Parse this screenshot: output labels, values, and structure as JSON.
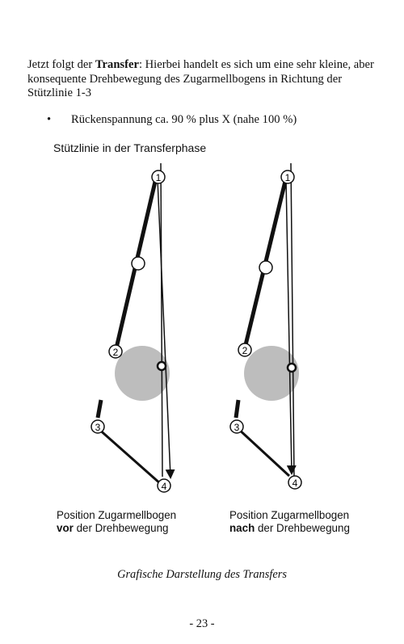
{
  "paragraph": {
    "pre": "Jetzt folgt der ",
    "bold": "Transfer",
    "post": ": Hierbei handelt es sich um eine sehr kleine, aber konsequente Drehbewegung des Zugarmellbogens in Richtung der Stützlinie 1-3"
  },
  "bullet": {
    "symbol": "•",
    "text": "Rückenspannung ca. 90 % plus X  (nahe 100 %)"
  },
  "figure": {
    "title": "Stützlinie in der Transferphase",
    "point_labels": [
      "1",
      "2",
      "3",
      "4"
    ],
    "left_caption": {
      "line1": "Position Zugarmellbogen",
      "bold": "vor",
      "rest": " der Drehbewegung"
    },
    "right_caption": {
      "line1": "Position Zugarmellbogen",
      "bold": "nach",
      "rest": " der Drehbewegung"
    }
  },
  "caption": "Grafische Darstellung des Transfers",
  "page_number": "- 23 -"
}
